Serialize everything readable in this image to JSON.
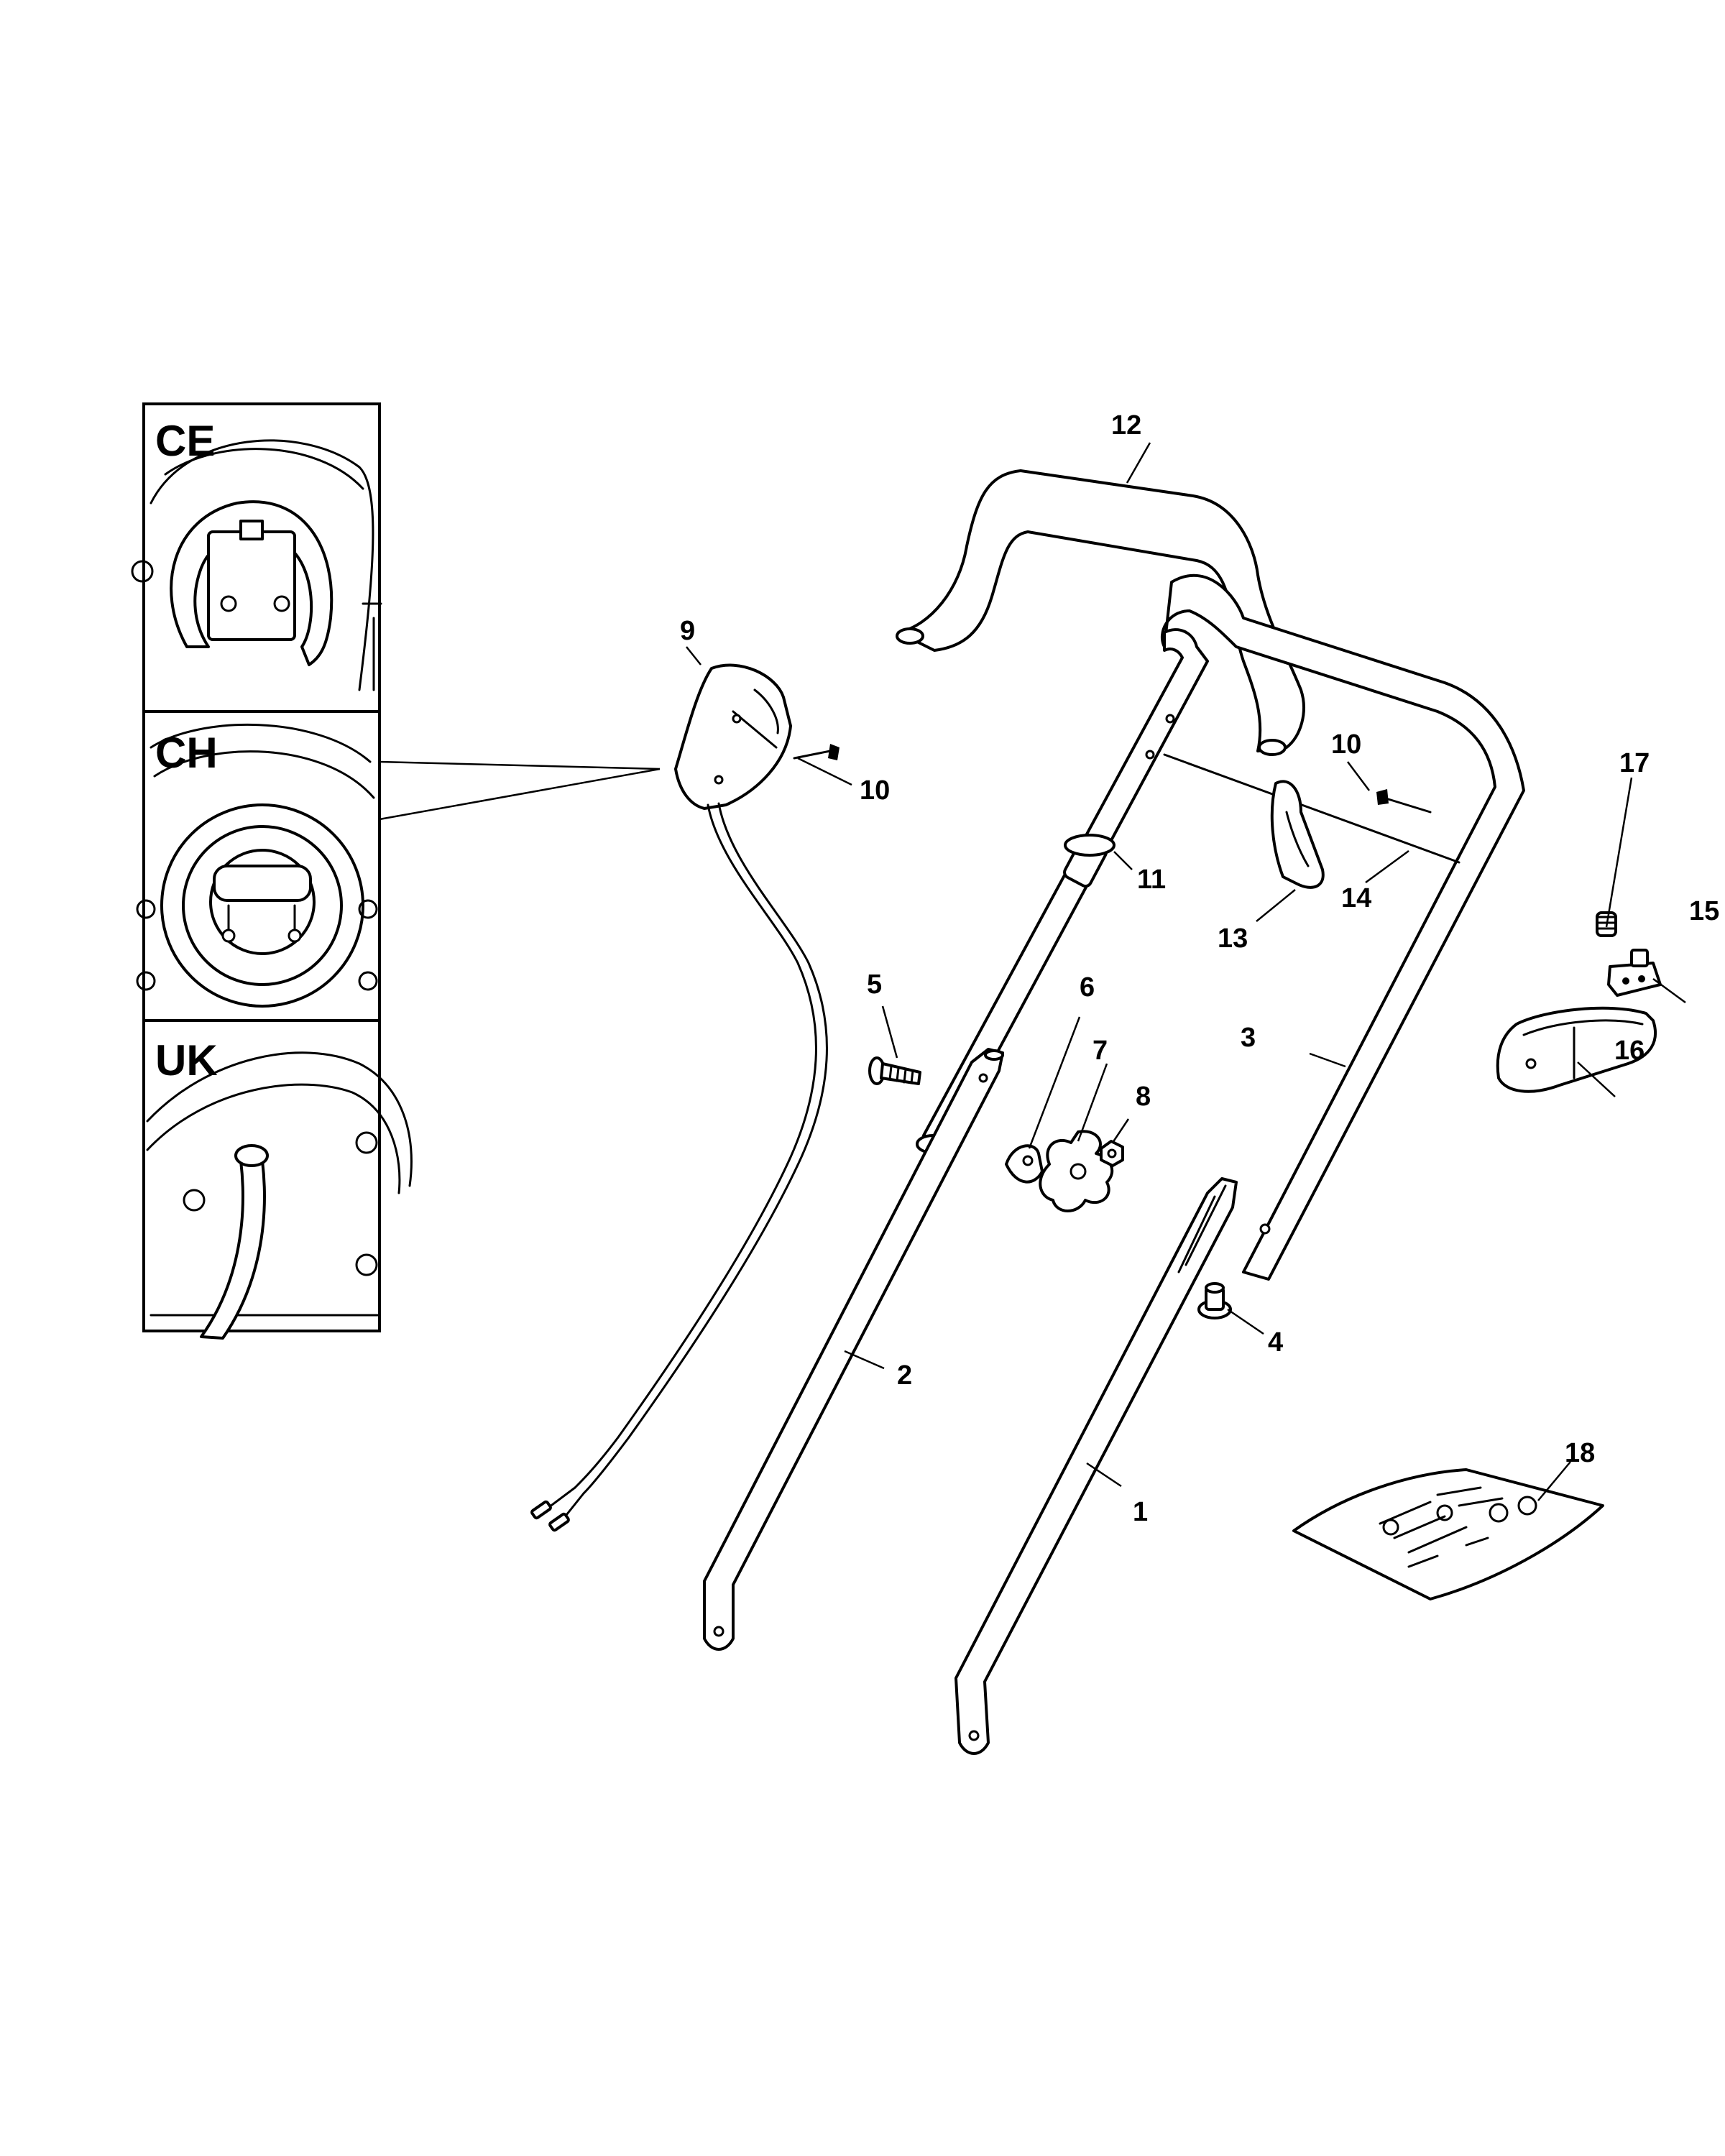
{
  "insets": [
    {
      "key": "ce",
      "label": "CE"
    },
    {
      "key": "ch",
      "label": "CH"
    },
    {
      "key": "uk",
      "label": "UK"
    }
  ],
  "callouts": {
    "c1": "1",
    "c2": "2",
    "c3": "3",
    "c4": "4",
    "c5": "5",
    "c6": "6",
    "c7": "7",
    "c8": "8",
    "c9": "9",
    "c10a": "10",
    "c10b": "10",
    "c11": "11",
    "c12": "12",
    "c13": "13",
    "c14": "14",
    "c15": "15",
    "c16": "16",
    "c17": "17",
    "c18": "18"
  }
}
